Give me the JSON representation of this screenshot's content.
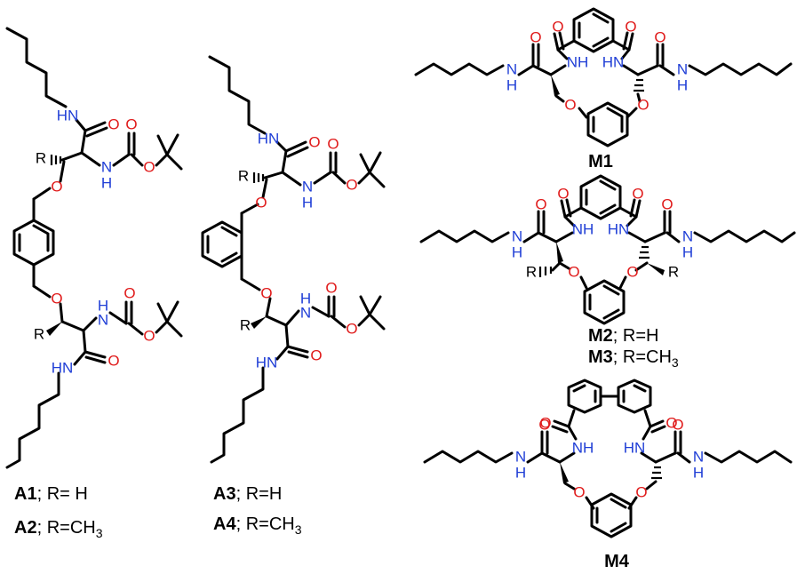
{
  "colors": {
    "nitrogen": "#1f3ed6",
    "oxygen": "#e01b1b",
    "bond": "#000000"
  },
  "atoms": {
    "N": "N",
    "O": "O",
    "H": "H",
    "R": "R",
    "NH": "NH",
    "HN": "HN"
  },
  "compounds": {
    "A1": {
      "label": "A1",
      "rest": "; R= H"
    },
    "A2": {
      "label": "A2",
      "rest": "; R=CH",
      "sub": "3"
    },
    "A3": {
      "label": "A3",
      "rest": "; R=H"
    },
    "A4": {
      "label": "A4",
      "rest": "; R=CH",
      "sub": "3"
    },
    "M1": {
      "label": "M1"
    },
    "M2": {
      "label": "M2",
      "rest": "; R=H"
    },
    "M3": {
      "label": "M3",
      "rest": "; R=CH",
      "sub": "3"
    },
    "M4": {
      "label": "M4"
    }
  }
}
